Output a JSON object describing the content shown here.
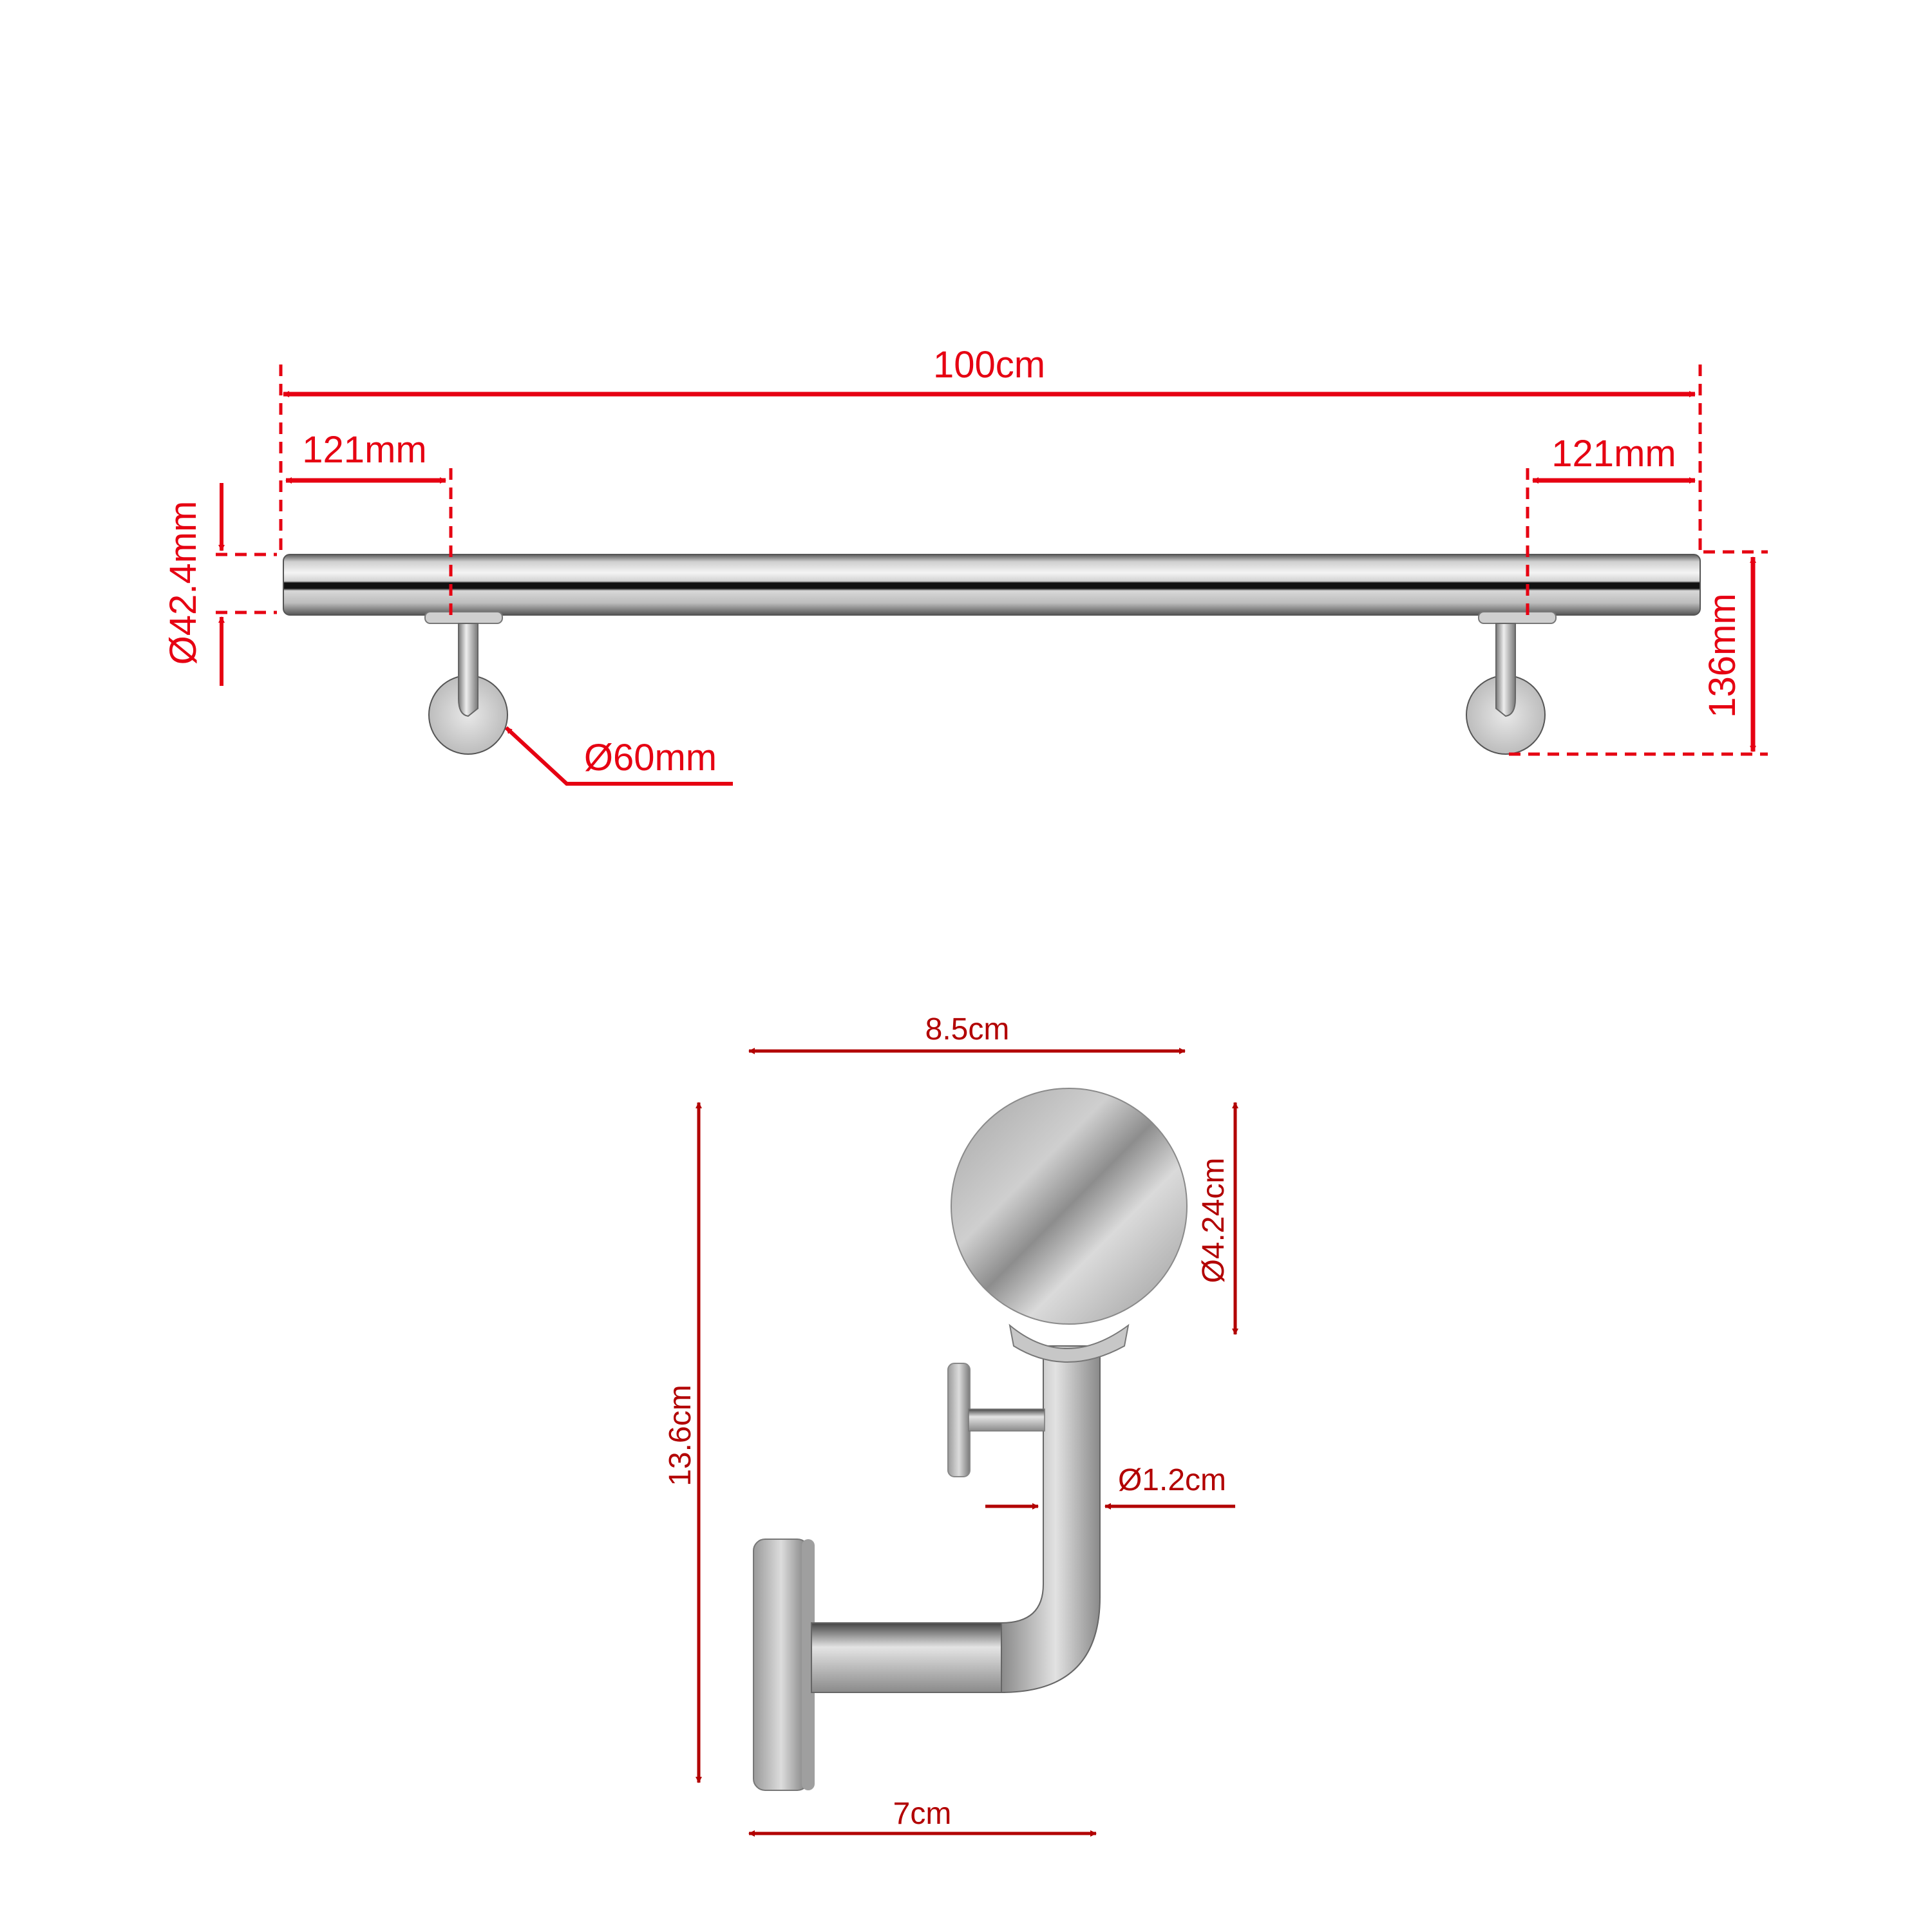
{
  "colors": {
    "dimension_top": "#e60012",
    "dimension_bottom": "#b20000",
    "steel_light": "#e6e6e6",
    "steel_mid": "#b4b4b4",
    "steel_dark": "#6e6e6e",
    "background": "#ffffff"
  },
  "rail_view": {
    "overall_length": "100cm",
    "left_bracket_offset": "121mm",
    "right_bracket_offset": "121mm",
    "rail_diameter": "Ø42.4mm",
    "total_height": "136mm",
    "wall_plate_diameter": "Ø60mm"
  },
  "bracket_view": {
    "depth": "8.5cm",
    "height": "13.6cm",
    "saddle_diameter": "Ø4.24cm",
    "stem_diameter": "Ø1.2cm",
    "arm_length": "7cm"
  }
}
